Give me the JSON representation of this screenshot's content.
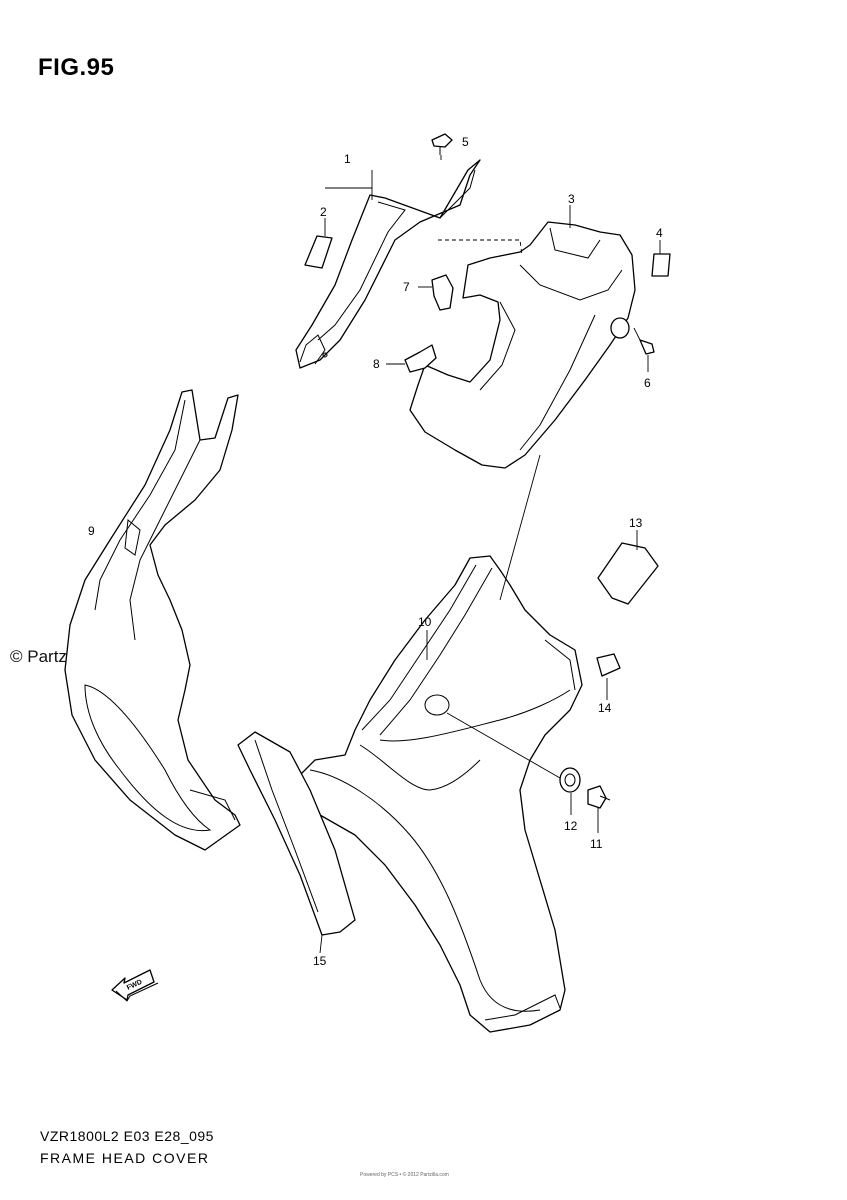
{
  "figure": {
    "title": "FIG.95",
    "model_code": "VZR1800L2 E03 E28_095",
    "section_name": "FRAME HEAD COVER",
    "watermark": "© Partzilla.com",
    "footer_note": "Powered by PCS • © 2012 Partzilla.com"
  },
  "callouts": {
    "c1": "1",
    "c2": "2",
    "c3": "3",
    "c4": "4",
    "c5": "5",
    "c6": "6",
    "c7": "7",
    "c8": "8",
    "c9": "9",
    "c10": "10",
    "c11": "11",
    "c12": "12",
    "c13": "13",
    "c14": "14",
    "c15": "15"
  },
  "forward_arrow": {
    "label": "FWD"
  }
}
